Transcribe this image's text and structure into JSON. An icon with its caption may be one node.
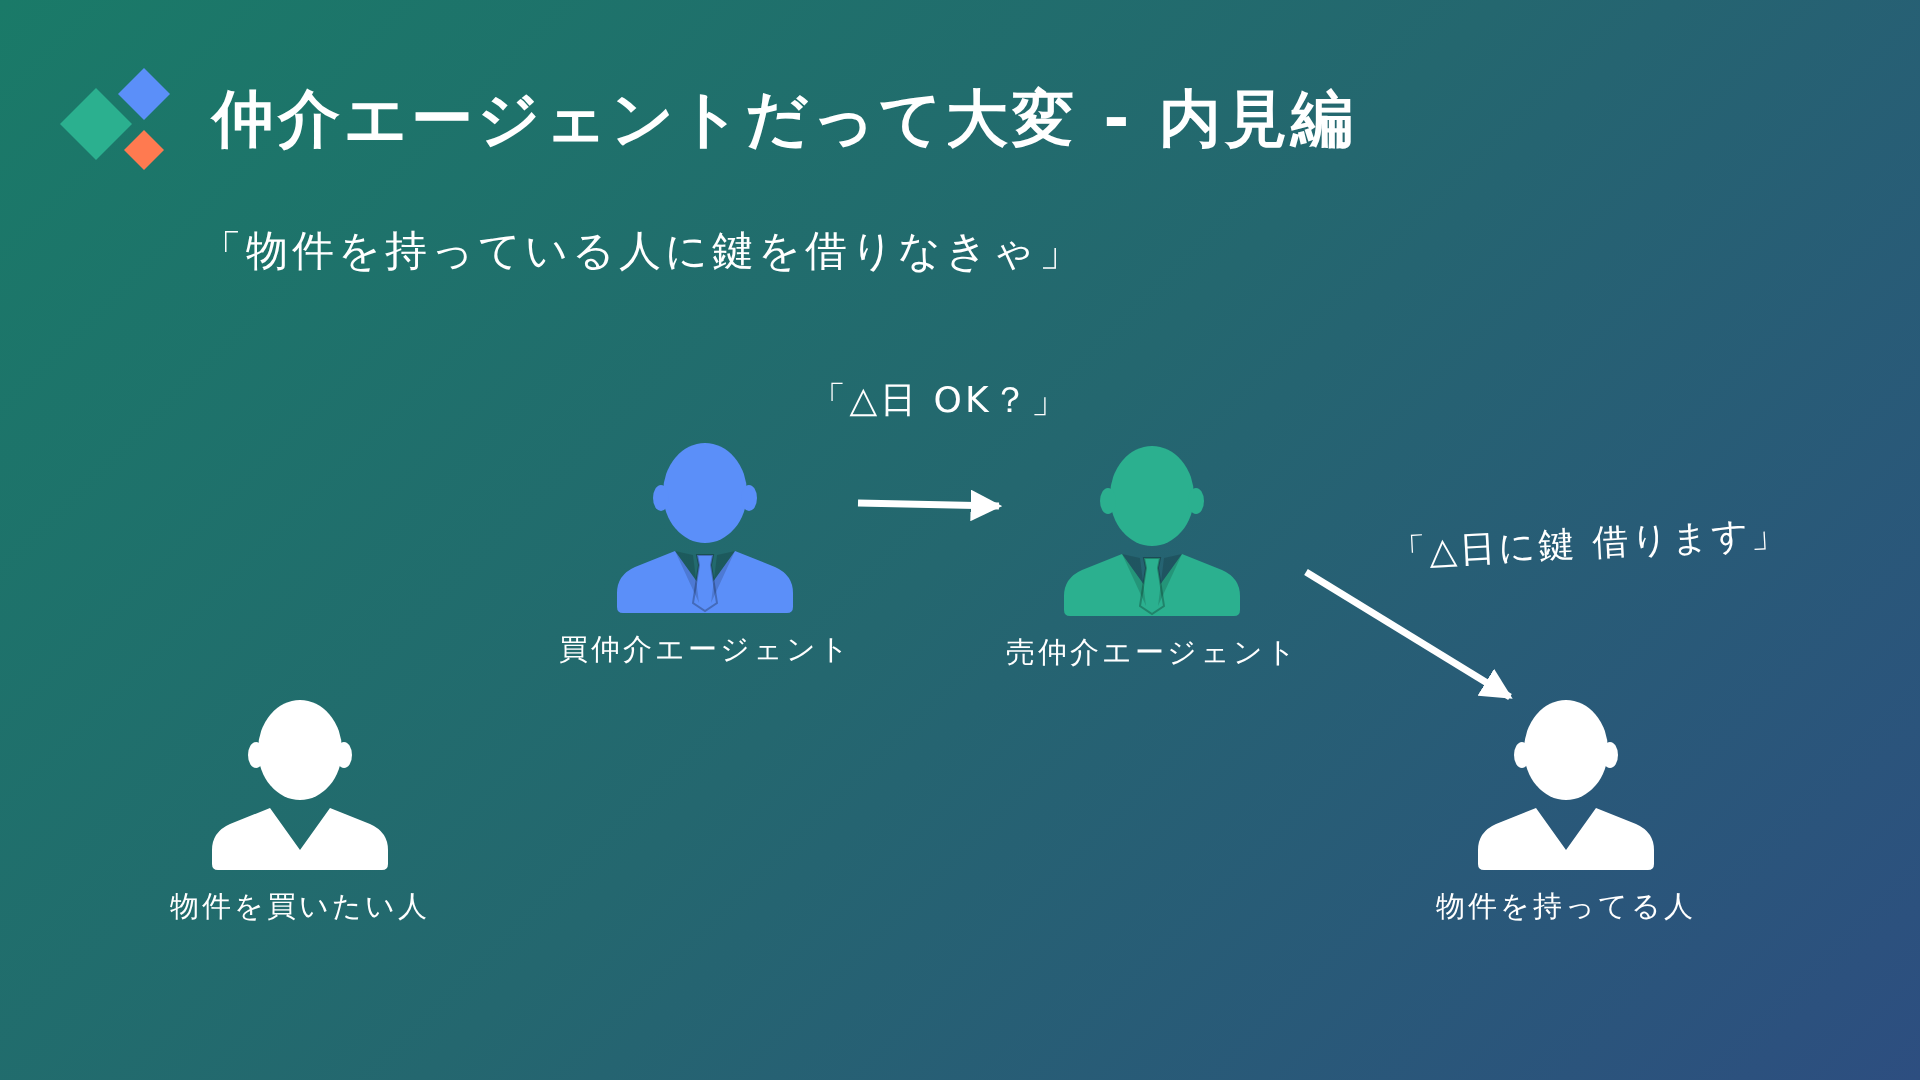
{
  "diagram": {
    "title": "仲介エージェントだって大変 - 内見編",
    "nodes": [
      {
        "text": [
          "物件を買いたい人"
        ]
      },
      {
        "text": [
          "買仲介エージェント"
        ]
      },
      {
        "text": [
          "売仲介エージェント"
        ]
      },
      {
        "text": [
          "物件を持ってる人"
        ]
      }
    ],
    "edges": [
      {
        "from": 1,
        "to": 2,
        "arrow": "to",
        "label": "「△日 OK？」"
      },
      {
        "from": 2,
        "to": 3,
        "arrow": "to",
        "label": "「△日に鍵 借ります」"
      }
    ],
    "labels": [
      "「物件を持っている人に鍵を借りなきゃ」"
    ]
  }
}
